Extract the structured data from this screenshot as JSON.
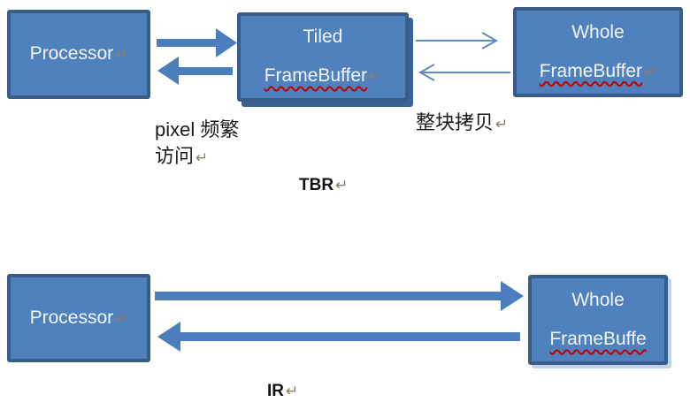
{
  "colors": {
    "box_fill": "#4f81bd",
    "box_border": "#385d8a",
    "box_shadow": "#3c6296",
    "thick_arrow": "#4a7ebc",
    "thin_arrow": "#5e8bc4",
    "squiggle": "#c00000",
    "return_mark": "#8a7f66",
    "box_text": "#f3f6fb",
    "label_text": "#1a1a1a"
  },
  "tbr": {
    "caption": "TBR",
    "caption_ret": "↵",
    "processor": {
      "label": "Processor",
      "ret": "↵"
    },
    "tiled": {
      "line1": "Tiled",
      "line2": "FrameBuffer",
      "ret": "↵"
    },
    "whole": {
      "line1": "Whole",
      "line2": "FrameBuffer",
      "ret": "↵"
    },
    "pixel_label": {
      "line1": "pixel 频繁",
      "line2": "访问",
      "ret": "↵"
    },
    "copy_label": {
      "text": "整块拷贝",
      "ret": "↵"
    }
  },
  "ir": {
    "caption": "IR",
    "caption_ret": "↵",
    "processor": {
      "label": "Processor",
      "ret": "↵"
    },
    "whole": {
      "line1": "Whole",
      "line2": "FrameBuffe"
    }
  }
}
